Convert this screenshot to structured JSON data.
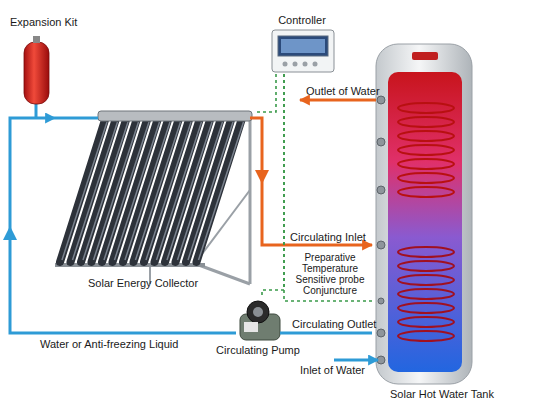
{
  "diagram": {
    "nodes": [
      {
        "text": [
          "Controller"
        ]
      },
      {
        "text": [
          "Expansion Kit"
        ]
      },
      {
        "text": [
          "Solar Energy Collector"
        ]
      },
      {
        "text": [
          "Solar Hot Water Tank"
        ]
      },
      {
        "text": [
          "Circulating Pump"
        ]
      }
    ],
    "edges": [
      {
        "from": 2,
        "to": 3,
        "arrow": "to"
      },
      {
        "from": 3,
        "to": 4,
        "arrow": "none"
      },
      {
        "from": 4,
        "to": 2,
        "arrow": "to",
        "label": "Water or Anti-freezing Liquid"
      },
      {
        "from": 0,
        "to": 2,
        "arrow": "none"
      },
      {
        "from": 0,
        "to": 3,
        "arrow": "none"
      },
      {
        "from": 0,
        "to": 4,
        "arrow": "none"
      }
    ],
    "labels": [
      "Outlet of Water",
      "Circulating Inlet",
      "Preparative Temperature Sensitive probe Conjuncture",
      "Circulating Outlet",
      "Inlet of Water"
    ]
  }
}
